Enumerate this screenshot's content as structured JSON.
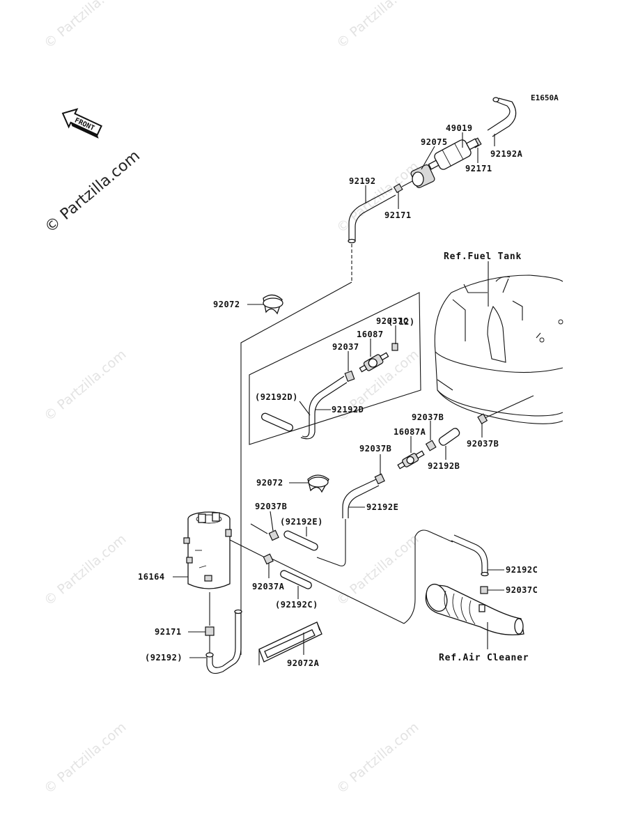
{
  "diagram": {
    "code": "E1650A",
    "front_label": "FRONT",
    "watermark_text": "© Partzilla.com",
    "inset_year": "('12)",
    "refs": {
      "fuel_tank": "Ref.Fuel Tank",
      "air_cleaner": "Ref.Air Cleaner"
    },
    "labels": [
      {
        "id": "49019",
        "text": "49019"
      },
      {
        "id": "92075",
        "text": "92075"
      },
      {
        "id": "92192A",
        "text": "92192A"
      },
      {
        "id": "92171_top",
        "text": "92171"
      },
      {
        "id": "92192_top",
        "text": "92192"
      },
      {
        "id": "92171_mid",
        "text": "92171"
      },
      {
        "id": "92072_top",
        "text": "92072"
      },
      {
        "id": "92037C_inset",
        "text": "92037C"
      },
      {
        "id": "16087",
        "text": "16087"
      },
      {
        "id": "92037",
        "text": "92037"
      },
      {
        "id": "92192D_paren",
        "text": "(92192D)"
      },
      {
        "id": "92192D",
        "text": "92192D"
      },
      {
        "id": "92037B_1",
        "text": "92037B"
      },
      {
        "id": "16087A",
        "text": "16087A"
      },
      {
        "id": "92037B_2",
        "text": "92037B"
      },
      {
        "id": "92037B_3",
        "text": "92037B"
      },
      {
        "id": "92192B",
        "text": "92192B"
      },
      {
        "id": "92072_mid",
        "text": "92072"
      },
      {
        "id": "92192E",
        "text": "92192E"
      },
      {
        "id": "92037B_4",
        "text": "92037B"
      },
      {
        "id": "92192E_paren",
        "text": "(92192E)"
      },
      {
        "id": "16164",
        "text": "16164"
      },
      {
        "id": "92037A",
        "text": "92037A"
      },
      {
        "id": "92192C_paren",
        "text": "(92192C)"
      },
      {
        "id": "92192C",
        "text": "92192C"
      },
      {
        "id": "92037C",
        "text": "92037C"
      },
      {
        "id": "92171_bot",
        "text": "92171"
      },
      {
        "id": "92192_paren",
        "text": "(92192)"
      },
      {
        "id": "92072A",
        "text": "92072A"
      }
    ]
  }
}
